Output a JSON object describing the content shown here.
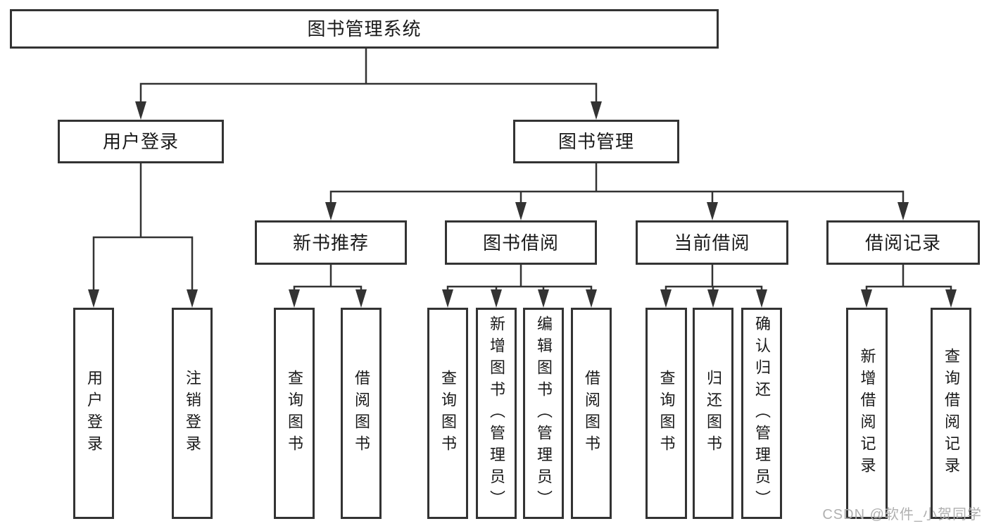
{
  "diagram": {
    "root": {
      "label": "图书管理系统"
    },
    "branches": [
      {
        "label": "用户登录",
        "children": [
          {
            "label": "用户登录"
          },
          {
            "label": "注销登录"
          }
        ]
      },
      {
        "label": "图书管理",
        "children": [
          {
            "label": "新书推荐",
            "children": [
              {
                "label": "查询图书"
              },
              {
                "label": "借阅图书"
              }
            ]
          },
          {
            "label": "图书借阅",
            "children": [
              {
                "label": "查询图书"
              },
              {
                "label": "新增图书（管理员）"
              },
              {
                "label": "编辑图书（管理员）"
              },
              {
                "label": "借阅图书"
              }
            ]
          },
          {
            "label": "当前借阅",
            "children": [
              {
                "label": "查询图书"
              },
              {
                "label": "归还图书"
              },
              {
                "label": "确认归还（管理员）"
              }
            ]
          },
          {
            "label": "借阅记录",
            "children": [
              {
                "label": "新增借阅记录"
              },
              {
                "label": "查询借阅记录"
              }
            ]
          }
        ]
      }
    ]
  },
  "watermark": {
    "text": "CSDN @软件_小贺同学"
  },
  "colors": {
    "line": "#333333",
    "box_border": "#333333",
    "text": "#1a1a1a",
    "background": "#ffffff",
    "watermark": "#b0b0b0"
  }
}
